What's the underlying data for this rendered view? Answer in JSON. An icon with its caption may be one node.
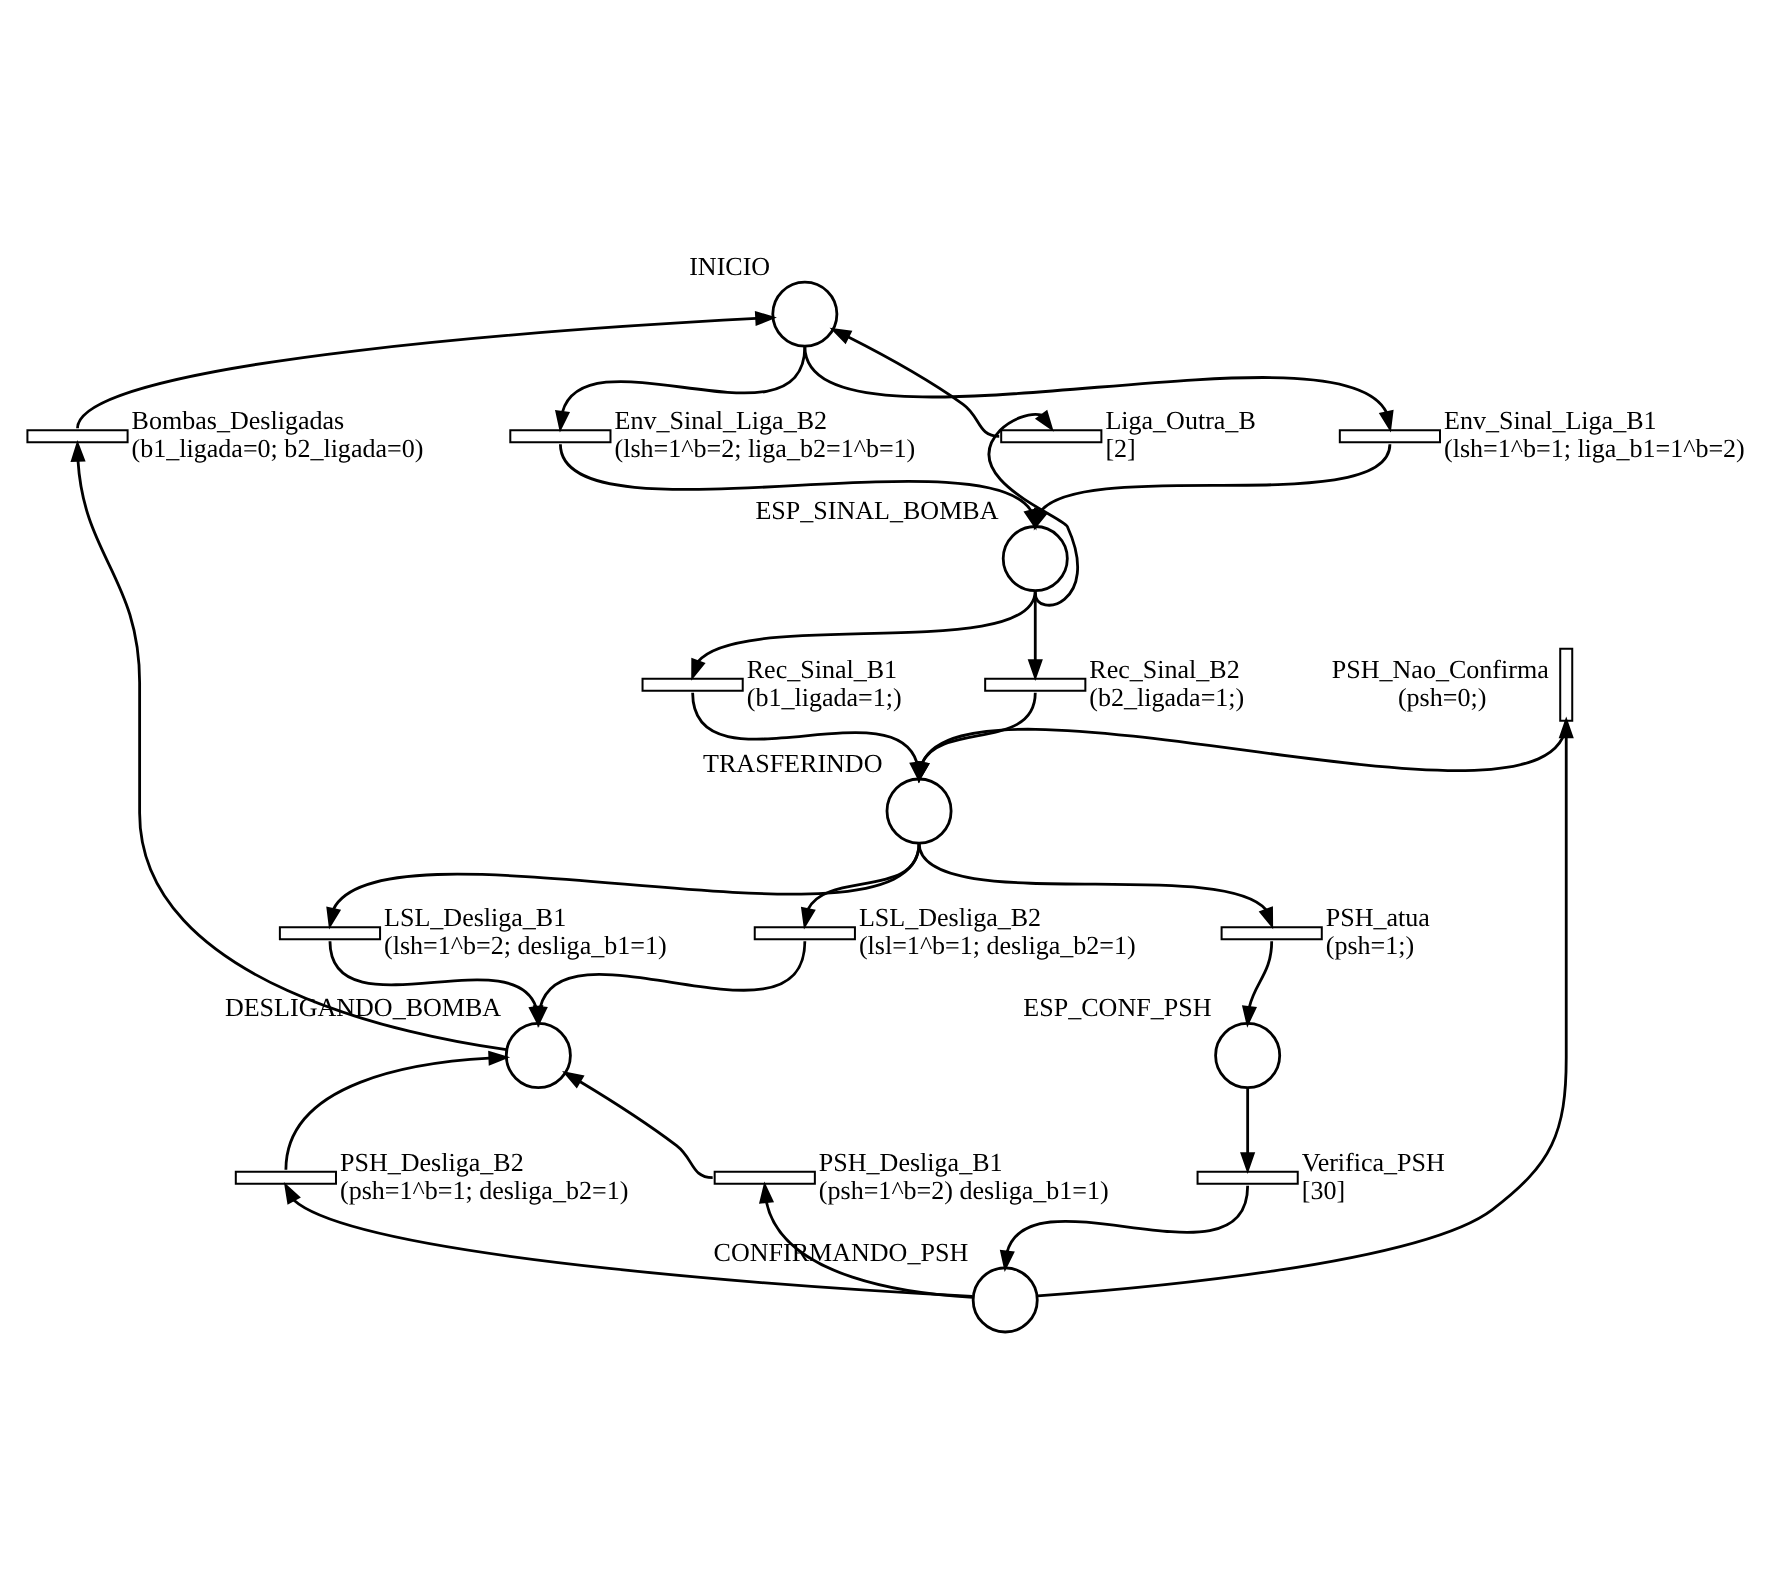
{
  "diagram": {
    "nodes": [
      {
        "text": [
          "INICIO"
        ]
      },
      {
        "text": [
          "Env_Sinal_Liga_B2",
          "(lsh=1^b=2; liga_b2=1^b=1)"
        ]
      },
      {
        "text": [
          "Liga_Outra_B",
          "[2]"
        ]
      },
      {
        "text": [
          "Env_Sinal_Liga_B1",
          "(lsh=1^b=1; liga_b1=1^b=2)"
        ]
      },
      {
        "text": [
          "ESP_SINAL_BOMBA"
        ]
      },
      {
        "text": [
          "Rec_Sinal_B1",
          "(b1_ligada=1;)"
        ]
      },
      {
        "text": [
          "Rec_Sinal_B2",
          "(b2_ligada=1;)"
        ]
      },
      {
        "text": [
          "Bombas_Desligadas",
          "(b1_ligada=0; b2_ligada=0)"
        ]
      },
      {
        "text": [
          "TRASFERINDO"
        ]
      },
      {
        "text": [
          "PSH_Nao_Confirma",
          "(psh=0;)"
        ]
      },
      {
        "text": [
          "LSL_Desliga_B1",
          "(lsh=1^b=2; desliga_b1=1)"
        ]
      },
      {
        "text": [
          "LSL_Desliga_B2",
          "(lsl=1^b=1; desliga_b2=1)"
        ]
      },
      {
        "text": [
          "PSH_atua",
          "(psh=1;)"
        ]
      },
      {
        "text": [
          "DESLIGANDO_BOMBA"
        ]
      },
      {
        "text": [
          "ESP_CONF_PSH"
        ]
      },
      {
        "text": [
          "PSH_Desliga_B2",
          "(psh=1^b=1; desliga_b2=1)"
        ]
      },
      {
        "text": [
          "PSH_Desliga_B1",
          "(psh=1^b=2) desliga_b1=1)"
        ]
      },
      {
        "text": [
          "Verifica_PSH",
          "[30]"
        ]
      },
      {
        "text": [
          "CONFIRMANDO_PSH"
        ]
      }
    ],
    "edges": [
      {
        "from": 0,
        "to": 1,
        "arrow": "to"
      },
      {
        "from": 2,
        "to": 0,
        "arrow": "to"
      },
      {
        "from": 0,
        "to": 3,
        "arrow": "to"
      },
      {
        "from": 1,
        "to": 4,
        "arrow": "to"
      },
      {
        "from": 4,
        "to": 2,
        "arrow": "to"
      },
      {
        "from": 3,
        "to": 4,
        "arrow": "to"
      },
      {
        "from": 4,
        "to": 5,
        "arrow": "to"
      },
      {
        "from": 4,
        "to": 6,
        "arrow": "to"
      },
      {
        "from": 5,
        "to": 8,
        "arrow": "to"
      },
      {
        "from": 6,
        "to": 8,
        "arrow": "to"
      },
      {
        "from": 7,
        "to": 0,
        "arrow": "to"
      },
      {
        "from": 9,
        "to": 8,
        "arrow": "to"
      },
      {
        "from": 8,
        "to": 10,
        "arrow": "to"
      },
      {
        "from": 8,
        "to": 11,
        "arrow": "to"
      },
      {
        "from": 8,
        "to": 12,
        "arrow": "to"
      },
      {
        "from": 10,
        "to": 13,
        "arrow": "to"
      },
      {
        "from": 11,
        "to": 13,
        "arrow": "to"
      },
      {
        "from": 12,
        "to": 14,
        "arrow": "to"
      },
      {
        "from": 13,
        "to": 7,
        "arrow": "to"
      },
      {
        "from": 14,
        "to": 17,
        "arrow": "to"
      },
      {
        "from": 15,
        "to": 13,
        "arrow": "to"
      },
      {
        "from": 16,
        "to": 13,
        "arrow": "to"
      },
      {
        "from": 17,
        "to": 18,
        "arrow": "to"
      },
      {
        "from": 18,
        "to": 15,
        "arrow": "to"
      },
      {
        "from": 18,
        "to": 16,
        "arrow": "to"
      },
      {
        "from": 18,
        "to": 9,
        "arrow": "to"
      }
    ]
  }
}
